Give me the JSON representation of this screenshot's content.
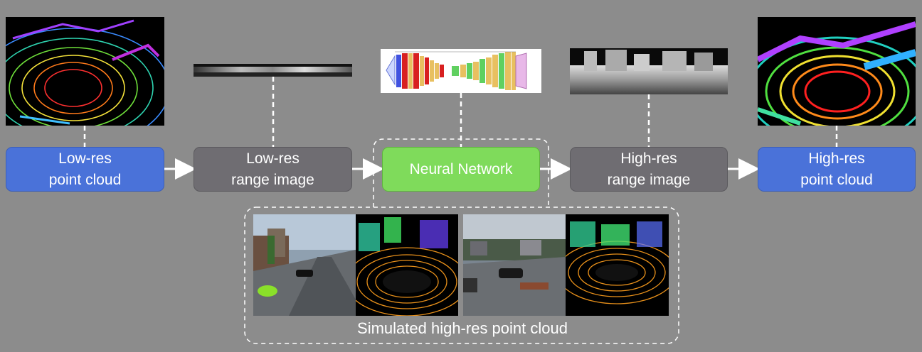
{
  "nodes": {
    "lowres_cloud": {
      "line1": "Low-res",
      "line2": "point cloud"
    },
    "lowres_range": {
      "line1": "Low-res",
      "line2": "range image"
    },
    "neural": {
      "label": "Neural Network"
    },
    "highres_range": {
      "line1": "High-res",
      "line2": "range image"
    },
    "highres_cloud": {
      "line1": "High-res",
      "line2": "point cloud"
    }
  },
  "caption": "Simulated high-res point cloud",
  "colors": {
    "background": "#8c8c8c",
    "point_cloud_box": "#4a72d9",
    "range_box": "#6f6d72",
    "network_box": "#7fdb5b",
    "connector": "#ffffff"
  }
}
